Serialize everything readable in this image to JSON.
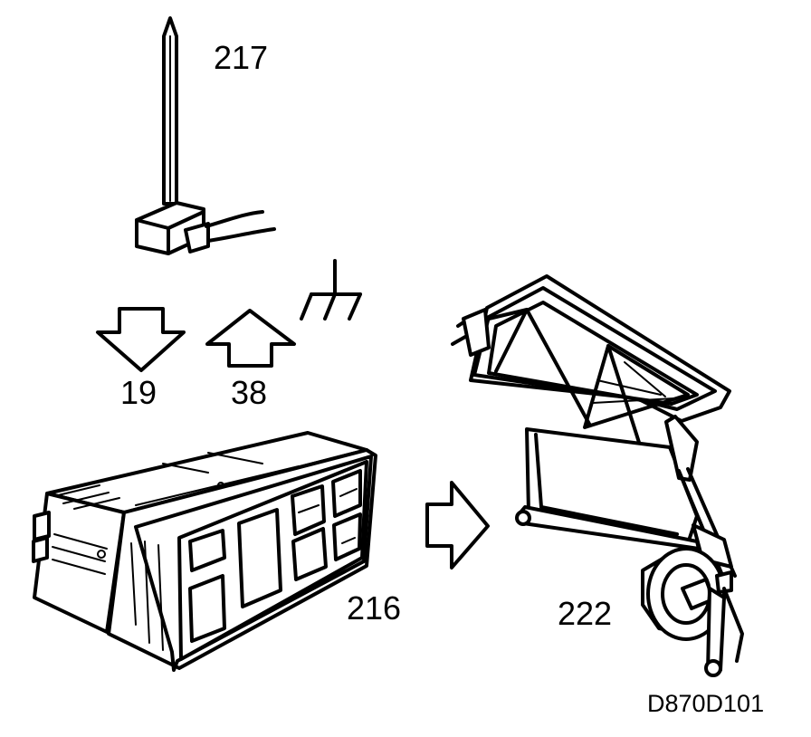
{
  "labels": {
    "sensor": "217",
    "arrow_down": "19",
    "arrow_up": "38",
    "control_panel": "216",
    "flap_motor": "222",
    "figure_code": "D870D101"
  },
  "icons": [
    "temperature-sensor-icon",
    "ground-symbol-icon",
    "arrow-down-icon",
    "arrow-up-icon",
    "arrow-right-icon",
    "climate-control-panel-icon",
    "air-flap-motor-icon"
  ],
  "colors": {
    "ink": "#000000",
    "background": "#ffffff"
  }
}
